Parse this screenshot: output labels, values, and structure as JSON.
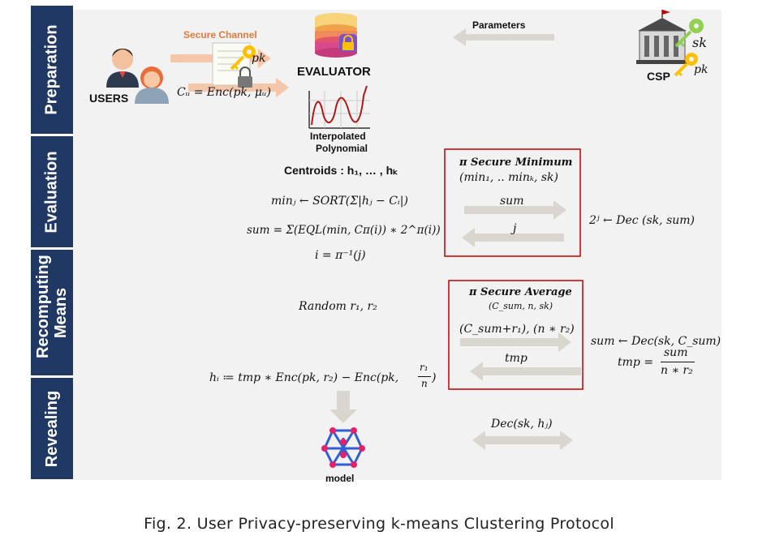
{
  "phases": [
    "Preparation",
    "Evaluation",
    "Recomputing Means",
    "Revealing"
  ],
  "labels": {
    "secure_channel": "Secure Channel",
    "users": "USERS",
    "evaluator": "EVALUATOR",
    "parameters": "Parameters",
    "csp": "CSP",
    "sk": "sk",
    "pk_user": "pk",
    "pk_csp": "pk",
    "interpolated": "Interpolated",
    "polynomial": "Polynomial",
    "model": "model"
  },
  "formulas": {
    "cu": "Cᵤ = Enc(pk, μᵤ)",
    "centroids": "Centroids : h₁, … , hₖ",
    "minj": "minⱼ ← SORT(Σ|hⱼ − Cᵢ|)",
    "sum": "sum = Σ(EQL(min, Cπ(i)) ∗ 2^π(i))",
    "i": "i = π⁻¹(j)",
    "pow": "2ʲ ← Dec (sk, sum)",
    "random": "Random r₁, r₂",
    "dec_sum": "sum ← Dec(sk, C_sum)",
    "tmp_lhs": "tmp =",
    "tmp_num": "sum",
    "tmp_den": "n ∗ r₂",
    "hi_a": "hᵢ ≔ tmp ∗ Enc(pk, r₂) − Enc(pk,",
    "hi_num": "r₁",
    "hi_den": "n",
    "hi_b": ")",
    "dec_h": "Dec(sk, hⱼ)"
  },
  "box_min": {
    "title": "π Secure Minimum",
    "args": "(min₁, .. minₖ, sk)",
    "send": "sum",
    "recv": "j"
  },
  "box_avg": {
    "title": "π Secure Average",
    "args": "(C_sum, n, sk)",
    "send": "(C_sum+r₁), (n ∗ r₂)",
    "recv": "tmp"
  },
  "caption": "Fig. 2. User Privacy-preserving k-means Clustering Protocol",
  "colors": {
    "band": "#1f3864",
    "panel": "#f2f2f2",
    "arrow_gray": "#d9d6cf",
    "arrow_salmon": "#f5c7aa",
    "box_border": "#c00000",
    "key_green": "#92d050",
    "key_yellow": "#ffc000"
  }
}
